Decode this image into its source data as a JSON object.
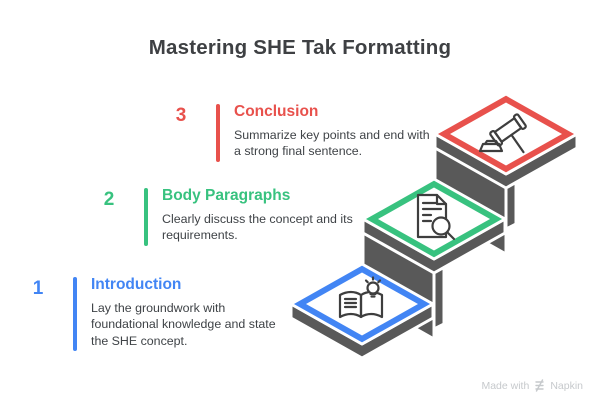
{
  "title": "Mastering SHE Tak Formatting",
  "steps": [
    {
      "number": "1",
      "heading": "Introduction",
      "description_lines": [
        "Lay the groundwork with",
        "foundational knowledge and state",
        "the SHE concept."
      ],
      "color": "#4285F4",
      "icon": "book-lightbulb-icon"
    },
    {
      "number": "2",
      "heading": "Body Paragraphs",
      "description_lines": [
        "Clearly discuss the concept and its",
        "requirements."
      ],
      "color": "#38C27F",
      "icon": "document-search-icon"
    },
    {
      "number": "3",
      "heading": "Conclusion",
      "description_lines": [
        "Summarize key points and end with",
        "a strong final sentence."
      ],
      "color": "#E8514C",
      "icon": "gavel-icon"
    }
  ],
  "staircase": {
    "block_color": "#595959",
    "icon_stroke": "#3E3E3E"
  },
  "text_colors": {
    "title": "#3E4043",
    "body": "#3F4347"
  },
  "footer": {
    "made_with": "Made with",
    "brand": "Napkin",
    "color": "#C6C9CC"
  }
}
